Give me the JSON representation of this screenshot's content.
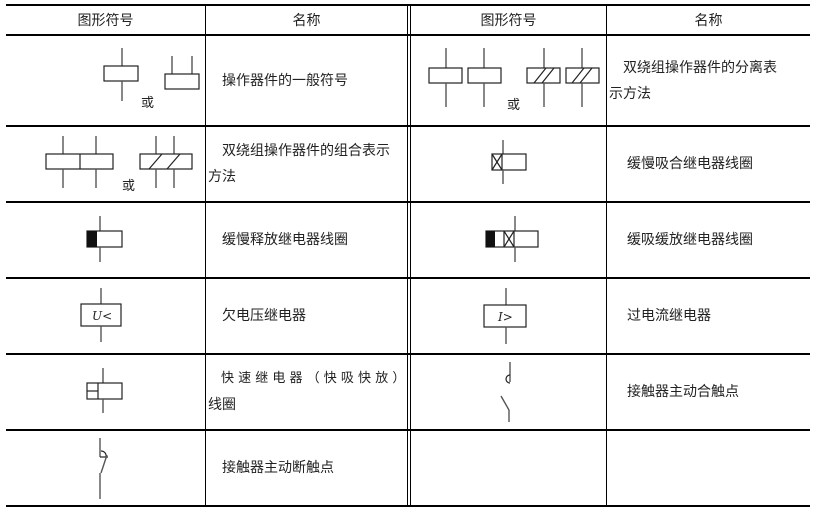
{
  "table": {
    "headers": [
      "图形符号",
      "名称",
      "图形符号",
      "名称"
    ],
    "rows": [
      {
        "left": {
          "symbol": "operating-device-general-icon",
          "or_label": "或",
          "name_line1": "操作器件的一般符号",
          "name_line2": ""
        },
        "right": {
          "symbol": "double-winding-separate-icon",
          "or_label": "或",
          "name_line1": "　双绕组操作器件的分离表",
          "name_line2": "示方法"
        }
      },
      {
        "left": {
          "symbol": "double-winding-combined-icon",
          "or_label": "或",
          "name_line1": "　双绕组操作器件的组合表示",
          "name_line2": "方法"
        },
        "right": {
          "symbol": "slow-operate-relay-coil-icon",
          "name_line1": "缓慢吸合继电器线圈",
          "name_line2": ""
        }
      },
      {
        "left": {
          "symbol": "slow-release-relay-coil-icon",
          "name_line1": "缓慢释放继电器线圈",
          "name_line2": ""
        },
        "right": {
          "symbol": "slow-operate-slow-release-relay-coil-icon",
          "name_line1": "缓吸缓放继电器线圈",
          "name_line2": ""
        }
      },
      {
        "left": {
          "symbol": "undervoltage-relay-icon",
          "box_label": "U<",
          "name_line1": "欠电压继电器",
          "name_line2": ""
        },
        "right": {
          "symbol": "overcurrent-relay-icon",
          "box_label": "I>",
          "name_line1": "过电流继电器",
          "name_line2": ""
        }
      },
      {
        "left": {
          "symbol": "fast-relay-coil-icon",
          "name_line1": "　快 速 继 电 器 （ 快 吸 快 放 ）",
          "name_line2": "线圈"
        },
        "right": {
          "symbol": "contactor-main-make-contact-icon",
          "name_line1": "接触器主动合触点",
          "name_line2": ""
        }
      },
      {
        "left": {
          "symbol": "contactor-main-break-contact-icon",
          "name_line1": "接触器主动断触点",
          "name_line2": ""
        },
        "right": {
          "symbol": "",
          "name_line1": "",
          "name_line2": ""
        }
      }
    ]
  }
}
